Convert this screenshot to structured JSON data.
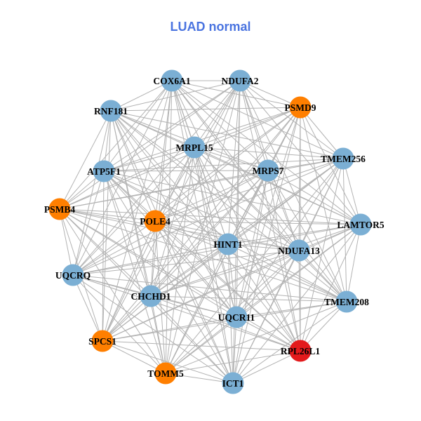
{
  "title": "LUAD normal",
  "colors": {
    "title": "#4a74e0",
    "edge": "#b3b3b3",
    "blue": "#7bafd4",
    "orange": "#ff7f00",
    "red": "#e31a1c"
  },
  "nodes": [
    {
      "id": "COX6A1",
      "color": "blue"
    },
    {
      "id": "NDUFA2",
      "color": "blue"
    },
    {
      "id": "PSMD9",
      "color": "orange"
    },
    {
      "id": "RNF181",
      "color": "blue"
    },
    {
      "id": "MRPL15",
      "color": "blue"
    },
    {
      "id": "MRPS7",
      "color": "blue"
    },
    {
      "id": "TMEM256",
      "color": "blue"
    },
    {
      "id": "ATP5F1",
      "color": "blue"
    },
    {
      "id": "PSMB4",
      "color": "orange"
    },
    {
      "id": "POLE4",
      "color": "orange"
    },
    {
      "id": "LAMTOR5",
      "color": "blue"
    },
    {
      "id": "HINT1",
      "color": "blue"
    },
    {
      "id": "NDUFA13",
      "color": "blue"
    },
    {
      "id": "UQCRQ",
      "color": "blue"
    },
    {
      "id": "CHCHD1",
      "color": "blue"
    },
    {
      "id": "TMEM208",
      "color": "blue"
    },
    {
      "id": "UQCR11",
      "color": "blue"
    },
    {
      "id": "SPCS1",
      "color": "orange"
    },
    {
      "id": "RPL26L1",
      "color": "red"
    },
    {
      "id": "TOMM5",
      "color": "orange"
    },
    {
      "id": "ICT1",
      "color": "blue"
    }
  ],
  "edges": [
    [
      "COX6A1",
      "NDUFA2"
    ],
    [
      "COX6A1",
      "PSMD9"
    ],
    [
      "COX6A1",
      "RNF181"
    ],
    [
      "COX6A1",
      "MRPL15"
    ],
    [
      "COX6A1",
      "MRPS7"
    ],
    [
      "COX6A1",
      "TMEM256"
    ],
    [
      "COX6A1",
      "ATP5F1"
    ],
    [
      "COX6A1",
      "PSMB4"
    ],
    [
      "COX6A1",
      "POLE4"
    ],
    [
      "COX6A1",
      "LAMTOR5"
    ],
    [
      "COX6A1",
      "HINT1"
    ],
    [
      "COX6A1",
      "NDUFA13"
    ],
    [
      "COX6A1",
      "UQCRQ"
    ],
    [
      "COX6A1",
      "CHCHD1"
    ],
    [
      "COX6A1",
      "TMEM208"
    ],
    [
      "COX6A1",
      "UQCR11"
    ],
    [
      "COX6A1",
      "SPCS1"
    ],
    [
      "COX6A1",
      "RPL26L1"
    ],
    [
      "COX6A1",
      "TOMM5"
    ],
    [
      "COX6A1",
      "ICT1"
    ],
    [
      "NDUFA2",
      "PSMD9"
    ],
    [
      "NDUFA2",
      "RNF181"
    ],
    [
      "NDUFA2",
      "MRPL15"
    ],
    [
      "NDUFA2",
      "MRPS7"
    ],
    [
      "NDUFA2",
      "TMEM256"
    ],
    [
      "NDUFA2",
      "ATP5F1"
    ],
    [
      "NDUFA2",
      "PSMB4"
    ],
    [
      "NDUFA2",
      "POLE4"
    ],
    [
      "NDUFA2",
      "LAMTOR5"
    ],
    [
      "NDUFA2",
      "HINT1"
    ],
    [
      "NDUFA2",
      "NDUFA13"
    ],
    [
      "NDUFA2",
      "UQCRQ"
    ],
    [
      "NDUFA2",
      "CHCHD1"
    ],
    [
      "NDUFA2",
      "TMEM208"
    ],
    [
      "NDUFA2",
      "UQCR11"
    ],
    [
      "NDUFA2",
      "SPCS1"
    ],
    [
      "NDUFA2",
      "RPL26L1"
    ],
    [
      "NDUFA2",
      "TOMM5"
    ],
    [
      "NDUFA2",
      "ICT1"
    ],
    [
      "PSMD9",
      "RNF181"
    ],
    [
      "PSMD9",
      "MRPL15"
    ],
    [
      "PSMD9",
      "MRPS7"
    ],
    [
      "PSMD9",
      "TMEM256"
    ],
    [
      "PSMD9",
      "ATP5F1"
    ],
    [
      "PSMD9",
      "PSMB4"
    ],
    [
      "PSMD9",
      "POLE4"
    ],
    [
      "PSMD9",
      "LAMTOR5"
    ],
    [
      "PSMD9",
      "HINT1"
    ],
    [
      "PSMD9",
      "NDUFA13"
    ],
    [
      "PSMD9",
      "UQCRQ"
    ],
    [
      "PSMD9",
      "CHCHD1"
    ],
    [
      "PSMD9",
      "TMEM208"
    ],
    [
      "PSMD9",
      "UQCR11"
    ],
    [
      "PSMD9",
      "SPCS1"
    ],
    [
      "PSMD9",
      "RPL26L1"
    ],
    [
      "PSMD9",
      "TOMM5"
    ],
    [
      "PSMD9",
      "ICT1"
    ],
    [
      "RNF181",
      "MRPL15"
    ],
    [
      "RNF181",
      "MRPS7"
    ],
    [
      "RNF181",
      "TMEM256"
    ],
    [
      "RNF181",
      "ATP5F1"
    ],
    [
      "RNF181",
      "PSMB4"
    ],
    [
      "RNF181",
      "POLE4"
    ],
    [
      "RNF181",
      "LAMTOR5"
    ],
    [
      "RNF181",
      "HINT1"
    ],
    [
      "RNF181",
      "NDUFA13"
    ],
    [
      "RNF181",
      "UQCRQ"
    ],
    [
      "RNF181",
      "CHCHD1"
    ],
    [
      "RNF181",
      "TMEM208"
    ],
    [
      "RNF181",
      "UQCR11"
    ],
    [
      "RNF181",
      "SPCS1"
    ],
    [
      "RNF181",
      "RPL26L1"
    ],
    [
      "RNF181",
      "TOMM5"
    ],
    [
      "RNF181",
      "ICT1"
    ],
    [
      "MRPL15",
      "MRPS7"
    ],
    [
      "MRPL15",
      "TMEM256"
    ],
    [
      "MRPL15",
      "ATP5F1"
    ],
    [
      "MRPL15",
      "PSMB4"
    ],
    [
      "MRPL15",
      "POLE4"
    ],
    [
      "MRPL15",
      "LAMTOR5"
    ],
    [
      "MRPL15",
      "HINT1"
    ],
    [
      "MRPL15",
      "NDUFA13"
    ],
    [
      "MRPL15",
      "UQCRQ"
    ],
    [
      "MRPL15",
      "CHCHD1"
    ],
    [
      "MRPL15",
      "TMEM208"
    ],
    [
      "MRPL15",
      "UQCR11"
    ],
    [
      "MRPL15",
      "SPCS1"
    ],
    [
      "MRPL15",
      "RPL26L1"
    ],
    [
      "MRPL15",
      "TOMM5"
    ],
    [
      "MRPL15",
      "ICT1"
    ],
    [
      "MRPS7",
      "TMEM256"
    ],
    [
      "MRPS7",
      "ATP5F1"
    ],
    [
      "MRPS7",
      "PSMB4"
    ],
    [
      "MRPS7",
      "POLE4"
    ],
    [
      "MRPS7",
      "LAMTOR5"
    ],
    [
      "MRPS7",
      "HINT1"
    ],
    [
      "MRPS7",
      "NDUFA13"
    ],
    [
      "MRPS7",
      "UQCRQ"
    ],
    [
      "MRPS7",
      "CHCHD1"
    ],
    [
      "MRPS7",
      "TMEM208"
    ],
    [
      "MRPS7",
      "UQCR11"
    ],
    [
      "MRPS7",
      "SPCS1"
    ],
    [
      "MRPS7",
      "RPL26L1"
    ],
    [
      "MRPS7",
      "TOMM5"
    ],
    [
      "MRPS7",
      "ICT1"
    ],
    [
      "TMEM256",
      "ATP5F1"
    ],
    [
      "TMEM256",
      "PSMB4"
    ],
    [
      "TMEM256",
      "POLE4"
    ],
    [
      "TMEM256",
      "LAMTOR5"
    ],
    [
      "TMEM256",
      "HINT1"
    ],
    [
      "TMEM256",
      "NDUFA13"
    ],
    [
      "TMEM256",
      "UQCRQ"
    ],
    [
      "TMEM256",
      "CHCHD1"
    ],
    [
      "TMEM256",
      "TMEM208"
    ],
    [
      "TMEM256",
      "UQCR11"
    ],
    [
      "TMEM256",
      "SPCS1"
    ],
    [
      "TMEM256",
      "RPL26L1"
    ],
    [
      "TMEM256",
      "TOMM5"
    ],
    [
      "TMEM256",
      "ICT1"
    ],
    [
      "ATP5F1",
      "PSMB4"
    ],
    [
      "ATP5F1",
      "POLE4"
    ],
    [
      "ATP5F1",
      "LAMTOR5"
    ],
    [
      "ATP5F1",
      "HINT1"
    ],
    [
      "ATP5F1",
      "NDUFA13"
    ],
    [
      "ATP5F1",
      "UQCRQ"
    ],
    [
      "ATP5F1",
      "CHCHD1"
    ],
    [
      "ATP5F1",
      "TMEM208"
    ],
    [
      "ATP5F1",
      "UQCR11"
    ],
    [
      "ATP5F1",
      "SPCS1"
    ],
    [
      "ATP5F1",
      "RPL26L1"
    ],
    [
      "ATP5F1",
      "TOMM5"
    ],
    [
      "ATP5F1",
      "ICT1"
    ],
    [
      "PSMB4",
      "POLE4"
    ],
    [
      "PSMB4",
      "LAMTOR5"
    ],
    [
      "PSMB4",
      "HINT1"
    ],
    [
      "PSMB4",
      "NDUFA13"
    ],
    [
      "PSMB4",
      "UQCRQ"
    ],
    [
      "PSMB4",
      "CHCHD1"
    ],
    [
      "PSMB4",
      "TMEM208"
    ],
    [
      "PSMB4",
      "UQCR11"
    ],
    [
      "PSMB4",
      "SPCS1"
    ],
    [
      "PSMB4",
      "RPL26L1"
    ],
    [
      "PSMB4",
      "TOMM5"
    ],
    [
      "PSMB4",
      "ICT1"
    ],
    [
      "POLE4",
      "LAMTOR5"
    ],
    [
      "POLE4",
      "HINT1"
    ],
    [
      "POLE4",
      "NDUFA13"
    ],
    [
      "POLE4",
      "UQCRQ"
    ],
    [
      "POLE4",
      "CHCHD1"
    ],
    [
      "POLE4",
      "TMEM208"
    ],
    [
      "POLE4",
      "UQCR11"
    ],
    [
      "POLE4",
      "SPCS1"
    ],
    [
      "POLE4",
      "RPL26L1"
    ],
    [
      "POLE4",
      "TOMM5"
    ],
    [
      "POLE4",
      "ICT1"
    ],
    [
      "LAMTOR5",
      "HINT1"
    ],
    [
      "LAMTOR5",
      "NDUFA13"
    ],
    [
      "LAMTOR5",
      "UQCRQ"
    ],
    [
      "LAMTOR5",
      "CHCHD1"
    ],
    [
      "LAMTOR5",
      "TMEM208"
    ],
    [
      "LAMTOR5",
      "UQCR11"
    ],
    [
      "LAMTOR5",
      "SPCS1"
    ],
    [
      "LAMTOR5",
      "RPL26L1"
    ],
    [
      "LAMTOR5",
      "TOMM5"
    ],
    [
      "LAMTOR5",
      "ICT1"
    ],
    [
      "HINT1",
      "NDUFA13"
    ],
    [
      "HINT1",
      "UQCRQ"
    ],
    [
      "HINT1",
      "CHCHD1"
    ],
    [
      "HINT1",
      "TMEM208"
    ],
    [
      "HINT1",
      "UQCR11"
    ],
    [
      "HINT1",
      "SPCS1"
    ],
    [
      "HINT1",
      "RPL26L1"
    ],
    [
      "HINT1",
      "TOMM5"
    ],
    [
      "HINT1",
      "ICT1"
    ],
    [
      "NDUFA13",
      "UQCRQ"
    ],
    [
      "NDUFA13",
      "CHCHD1"
    ],
    [
      "NDUFA13",
      "TMEM208"
    ],
    [
      "NDUFA13",
      "UQCR11"
    ],
    [
      "NDUFA13",
      "SPCS1"
    ],
    [
      "NDUFA13",
      "RPL26L1"
    ],
    [
      "NDUFA13",
      "TOMM5"
    ],
    [
      "NDUFA13",
      "ICT1"
    ],
    [
      "UQCRQ",
      "CHCHD1"
    ],
    [
      "UQCRQ",
      "TMEM208"
    ],
    [
      "UQCRQ",
      "UQCR11"
    ],
    [
      "UQCRQ",
      "SPCS1"
    ],
    [
      "UQCRQ",
      "RPL26L1"
    ],
    [
      "UQCRQ",
      "TOMM5"
    ],
    [
      "UQCRQ",
      "ICT1"
    ],
    [
      "CHCHD1",
      "TMEM208"
    ],
    [
      "CHCHD1",
      "UQCR11"
    ],
    [
      "CHCHD1",
      "SPCS1"
    ],
    [
      "CHCHD1",
      "RPL26L1"
    ],
    [
      "CHCHD1",
      "TOMM5"
    ],
    [
      "CHCHD1",
      "ICT1"
    ],
    [
      "TMEM208",
      "UQCR11"
    ],
    [
      "TMEM208",
      "SPCS1"
    ],
    [
      "TMEM208",
      "RPL26L1"
    ],
    [
      "TMEM208",
      "TOMM5"
    ],
    [
      "TMEM208",
      "ICT1"
    ],
    [
      "UQCR11",
      "SPCS1"
    ],
    [
      "UQCR11",
      "RPL26L1"
    ],
    [
      "UQCR11",
      "TOMM5"
    ],
    [
      "UQCR11",
      "ICT1"
    ],
    [
      "SPCS1",
      "RPL26L1"
    ],
    [
      "SPCS1",
      "TOMM5"
    ],
    [
      "SPCS1",
      "ICT1"
    ],
    [
      "RPL26L1",
      "TOMM5"
    ],
    [
      "RPL26L1",
      "ICT1"
    ],
    [
      "TOMM5",
      "ICT1"
    ]
  ]
}
